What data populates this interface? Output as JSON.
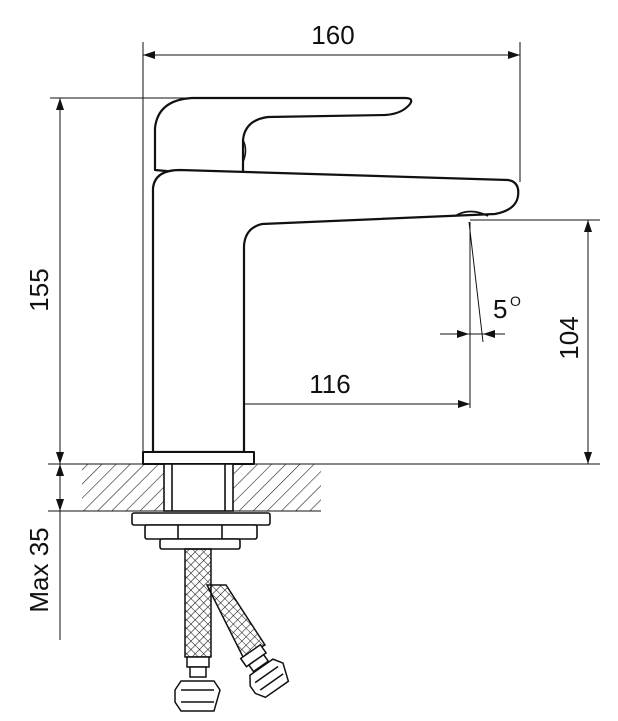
{
  "dimensions": {
    "overall_width": "160",
    "overall_height": "155",
    "spout_height": "104",
    "spout_reach": "116",
    "spray_angle": "5",
    "degree_symbol": "O",
    "mount_thickness": "Max 35"
  }
}
